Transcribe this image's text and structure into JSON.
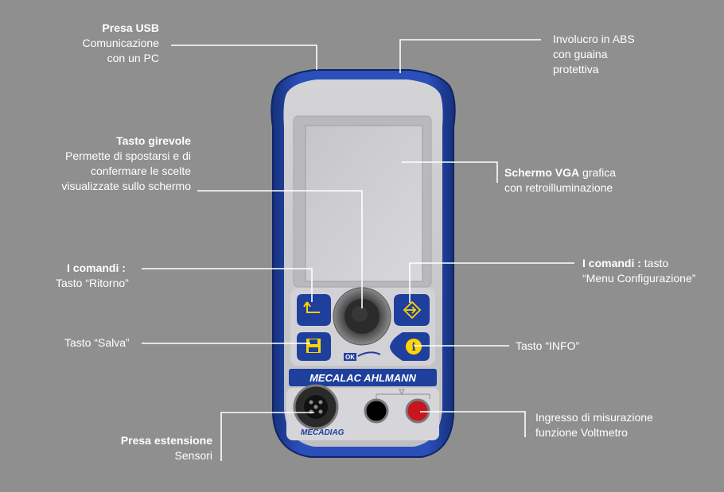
{
  "brand": {
    "logo": "MECALAC AHLMANN",
    "sub_logo": "MECADIAG",
    "ok_label": "OK"
  },
  "callouts": {
    "usb": {
      "title": "Presa USB",
      "line1": "Comunicazione",
      "line2": "con un PC"
    },
    "housing": {
      "line1": "Involucro in ABS",
      "line2": "con guaina",
      "line3": "protettiva"
    },
    "knob": {
      "title": "Tasto girevole",
      "line1": "Permette di spostarsi e di",
      "line2": "confermare le scelte",
      "line3": "visualizzate sullo schermo"
    },
    "screen": {
      "title": "Schermo VGA",
      "title_rest": " grafica",
      "line1": "con retroilluminazione"
    },
    "return": {
      "title": "I comandi  :",
      "line1": "Tasto “Ritorno”"
    },
    "config": {
      "title": "I comandi :",
      "title_rest": " tasto",
      "line1": "“Menu Configurazione”"
    },
    "save": {
      "line1": "Tasto “Salva”"
    },
    "info": {
      "line1": "Tasto “INFO”"
    },
    "voltmeter": {
      "line1": "Ingresso di misurazione",
      "line2": "funzione Voltmetro"
    },
    "extension": {
      "title": "Presa estensione",
      "line1": "Sensori"
    }
  },
  "colors": {
    "background": "#8f8f8f",
    "device_blue": "#1f3f9c",
    "screen": "#c8c8cc",
    "red_jack": "#c8161e"
  }
}
